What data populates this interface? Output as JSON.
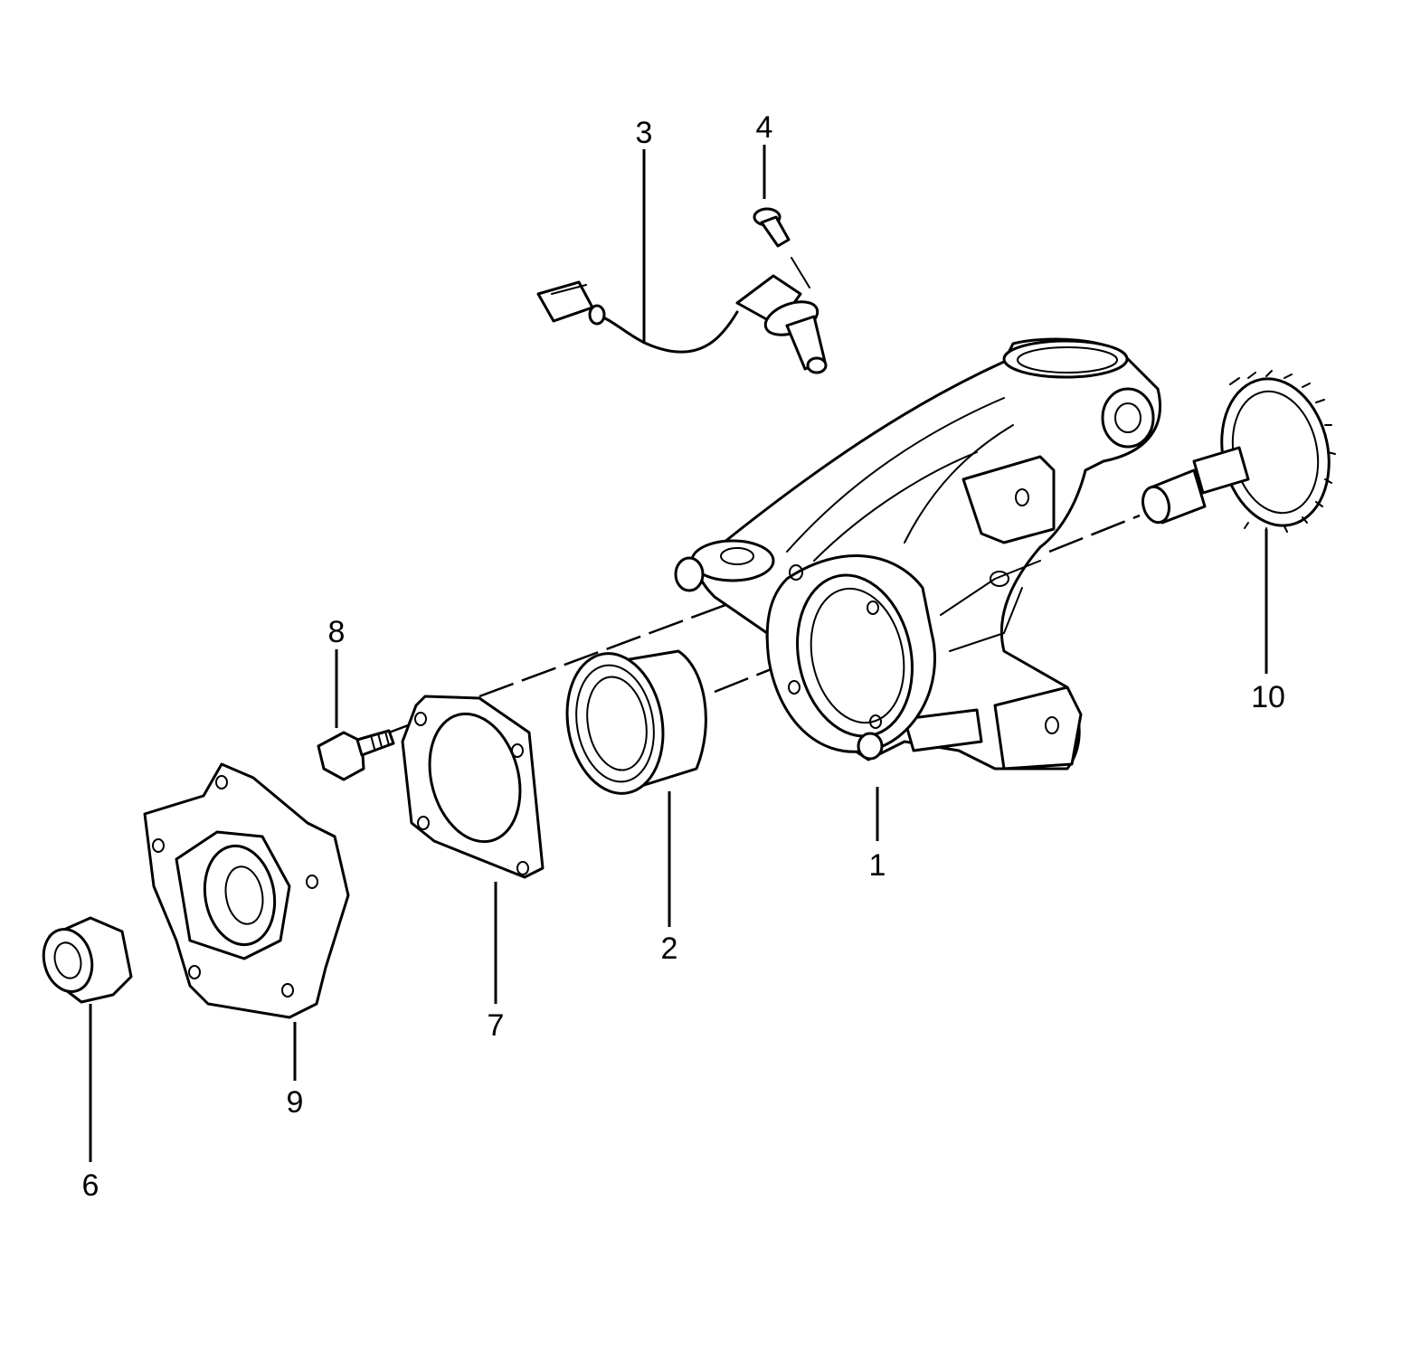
{
  "callouts": {
    "p1": "1",
    "p2": "2",
    "p3": "3",
    "p4": "4",
    "p6": "6",
    "p7": "7",
    "p8": "8",
    "p9": "9",
    "p10": "10"
  }
}
